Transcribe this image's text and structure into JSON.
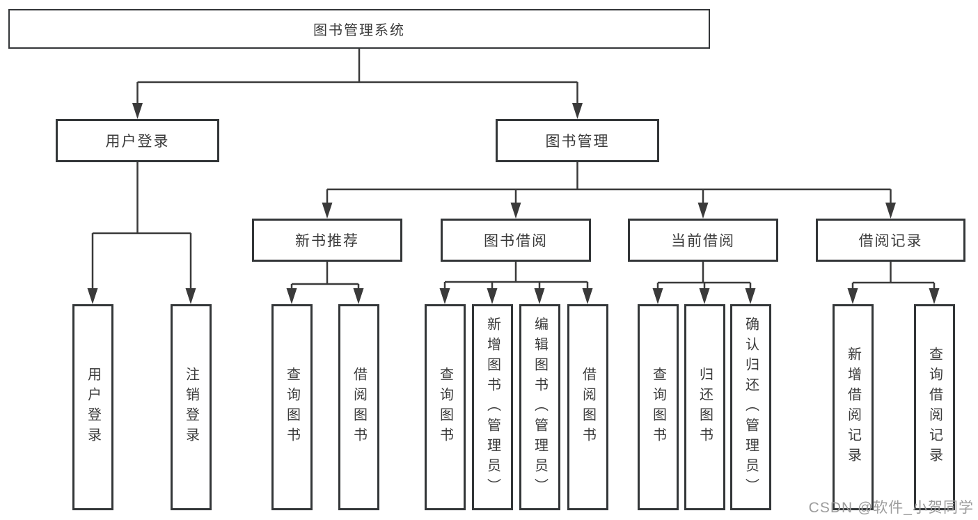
{
  "tree": {
    "root": "图书管理系统",
    "branches": [
      {
        "label": "用户登录",
        "children": [
          "用户登录",
          "注销登录"
        ]
      },
      {
        "label": "图书管理",
        "children": [
          {
            "label": "新书推荐",
            "children": [
              "查询图书",
              "借阅图书"
            ]
          },
          {
            "label": "图书借阅",
            "children": [
              "查询图书",
              "新增图书（管理员）",
              "编辑图书（管理员）",
              "借阅图书"
            ]
          },
          {
            "label": "当前借阅",
            "children": [
              "查询图书",
              "归还图书",
              "确认归还（管理员）"
            ]
          },
          {
            "label": "借阅记录",
            "children": [
              "新增借阅记录",
              "查询借阅记录"
            ]
          }
        ]
      }
    ]
  },
  "watermark": "CSDN @软件_小贺同学",
  "colors": {
    "line": "#3a3a3a",
    "border": "#333638",
    "text": "#3b3b3b",
    "watermark": "#9c9c9c",
    "background": "#ffffff"
  }
}
